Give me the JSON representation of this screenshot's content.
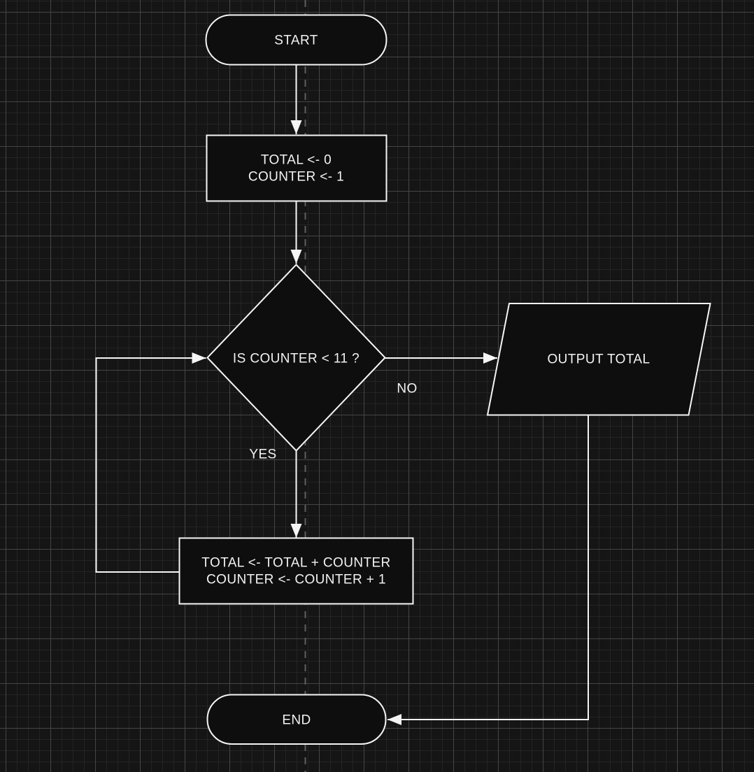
{
  "canvas": {
    "background_color": "#151515",
    "grid_minor_color": "#242424",
    "grid_major_color": "#454545",
    "guide_line_color": "#5f5f5f",
    "node_fill_color": "#0e0e0e",
    "stroke_color": "#f5f5f5",
    "text_color": "#f2f2f2"
  },
  "flowchart": {
    "nodes": {
      "start": {
        "type": "terminator",
        "label": "START"
      },
      "init": {
        "type": "process",
        "line1": "TOTAL <- 0",
        "line2": "COUNTER <- 1"
      },
      "decision": {
        "type": "decision",
        "label": "IS COUNTER < 11 ?"
      },
      "output": {
        "type": "input_output",
        "label": "OUTPUT TOTAL"
      },
      "loop_body": {
        "type": "process",
        "line1": "TOTAL <- TOTAL + COUNTER",
        "line2": "COUNTER <- COUNTER + 1"
      },
      "end": {
        "type": "terminator",
        "label": "END"
      }
    },
    "edge_labels": {
      "no": "NO",
      "yes": "YES"
    }
  }
}
